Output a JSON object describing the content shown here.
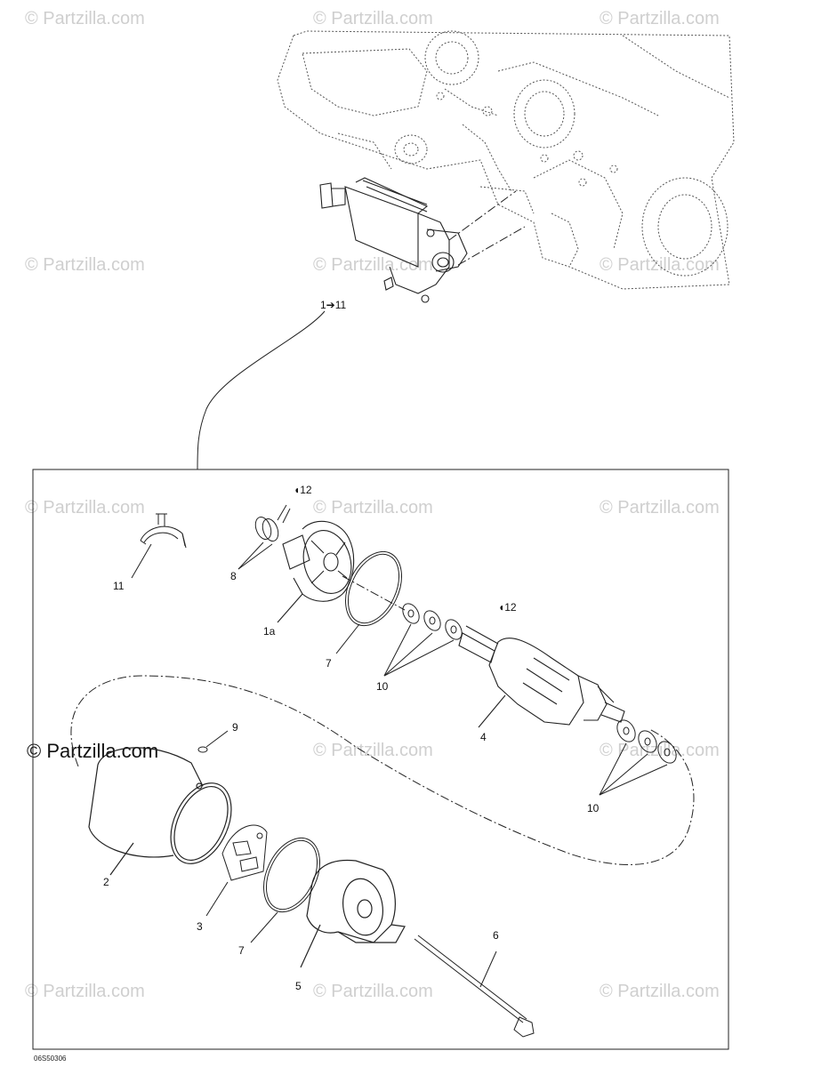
{
  "watermark": {
    "text": "© Partzilla.com",
    "strong_text": "© Partzilla.com"
  },
  "callouts": {
    "assembly": "1➔11",
    "c11": "11",
    "c8": "8",
    "c12a": "12",
    "c1a": "1a",
    "c7a": "7",
    "c10a": "10",
    "c12b": "12",
    "c4": "4",
    "c9": "9",
    "c10b": "10",
    "c2": "2",
    "c3": "3",
    "c7b": "7",
    "c5": "5",
    "c6": "6"
  },
  "diagram_code": "06S50306",
  "colors": {
    "line": "#222222",
    "watermark": "#cfcfcf"
  }
}
